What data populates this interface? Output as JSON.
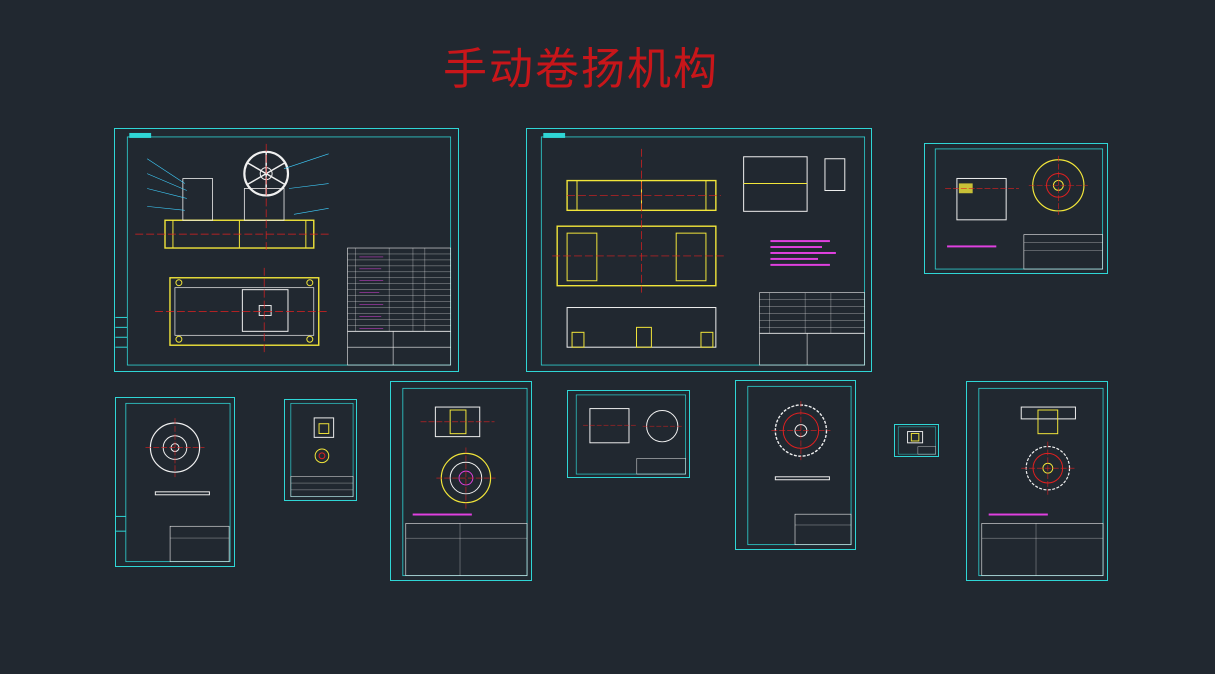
{
  "drawing": {
    "title": "手动卷扬机构"
  },
  "colors": {
    "background": "#212830",
    "frame": "#2fd6d6",
    "title": "#c8161a",
    "part": "#f2e63a",
    "center": "#e02020",
    "dimension": "#f0f0f0",
    "note": "#e040e0",
    "leader": "#3fd0ff"
  },
  "sheets": [
    {
      "id": "assembly",
      "kind": "assembly"
    },
    {
      "id": "frame",
      "kind": "frame"
    },
    {
      "id": "sub-assembly",
      "kind": "subassembly"
    },
    {
      "id": "gear-a",
      "kind": "disc"
    },
    {
      "id": "bracket",
      "kind": "bracket"
    },
    {
      "id": "wheel-shaft",
      "kind": "wheel"
    },
    {
      "id": "plate",
      "kind": "plate"
    },
    {
      "id": "sprocket",
      "kind": "sprocket"
    },
    {
      "id": "small-part",
      "kind": "small"
    },
    {
      "id": "flange",
      "kind": "flange"
    }
  ]
}
